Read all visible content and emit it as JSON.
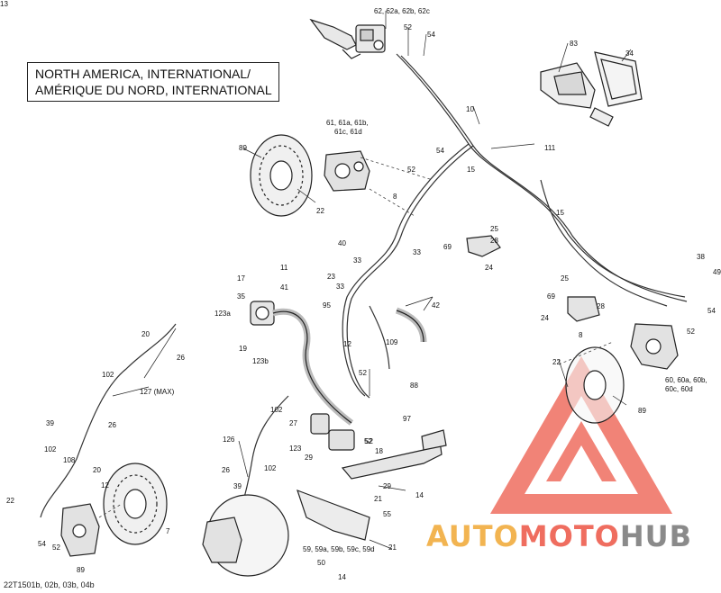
{
  "region": {
    "line1": "NORTH AMERICA, INTERNATIONAL/",
    "line2": "AMÉRIQUE DU NORD, INTERNATIONAL"
  },
  "diagram_id": "22T1501b, 02b, 03b, 04b",
  "watermark": {
    "part1": "AUTO",
    "part2": "MOTO",
    "part3": "HUB",
    "colors": {
      "triangle": "#ef6d5f",
      "auto": "#f2b451",
      "moto": "#ef6d5f",
      "hub": "#8a8a8a"
    }
  },
  "callouts": [
    "62, 62a, 62b, 62c",
    "52",
    "54",
    "83",
    "34",
    "10",
    "111",
    "61, 61a, 61b,",
    "61c, 61d",
    "89",
    "54",
    "52",
    "15",
    "15",
    "8",
    "22",
    "25",
    "28",
    "69",
    "24",
    "40",
    "33",
    "33",
    "11",
    "17",
    "41",
    "35",
    "23",
    "33",
    "95",
    "42",
    "123a",
    "19",
    "123b",
    "12",
    "109",
    "52",
    "88",
    "97",
    "38",
    "49",
    "25",
    "28",
    "69",
    "24",
    "8",
    "52",
    "54",
    "22",
    "60, 60a, 60b,",
    "60c, 60d",
    "89",
    "52",
    "20",
    "26",
    "102",
    "127 (MAX)",
    "26",
    "39",
    "102",
    "102",
    "27",
    "123",
    "52",
    "18",
    "29",
    "29",
    "126",
    "26",
    "39",
    "102",
    "21",
    "55",
    "14",
    "108",
    "20",
    "12",
    "22",
    "54",
    "52",
    "7",
    "89",
    "59, 59a, 59b, 59c, 59d",
    "50",
    "14",
    "21",
    "13"
  ]
}
